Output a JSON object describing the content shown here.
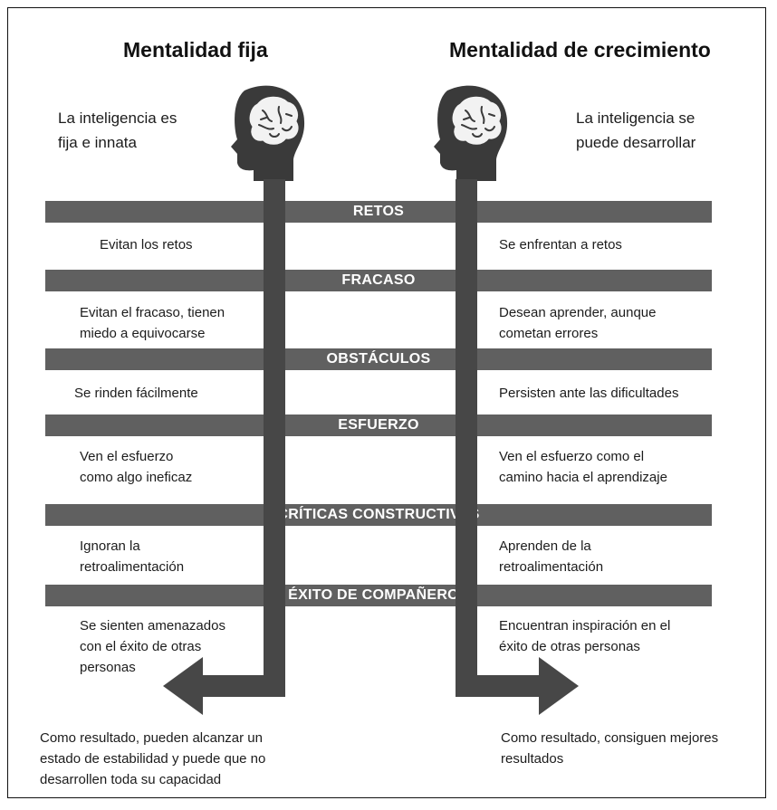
{
  "titles": {
    "fixed": "Mentalidad fija",
    "growth": "Mentalidad de crecimiento"
  },
  "intro": {
    "fixed_line1": "La inteligencia es",
    "fixed_line2": "fija e innata",
    "growth_line1": "La inteligencia se",
    "growth_line2": "puede desarrollar"
  },
  "icons": {
    "fixed_head": "head-with-brain-icon",
    "growth_head": "head-with-brain-icon",
    "fixed_arrow": "arrow-left-icon",
    "growth_arrow": "arrow-right-icon"
  },
  "colors": {
    "band": "#606060",
    "pillar": "#474747",
    "head": "#3a3a3a"
  },
  "categories": [
    {
      "label": "RETOS",
      "fixed": [
        "Evitan los retos"
      ],
      "growth": [
        "Se enfrentan a retos"
      ]
    },
    {
      "label": "FRACASO",
      "fixed": [
        "Evitan el fracaso, tienen",
        "miedo a equivocarse"
      ],
      "growth": [
        "Desean aprender, aunque",
        "cometan errores"
      ]
    },
    {
      "label": "OBSTÁCULOS",
      "fixed": [
        "Se rinden fácilmente"
      ],
      "growth": [
        "Persisten ante las dificultades"
      ]
    },
    {
      "label": "ESFUERZO",
      "fixed": [
        "Ven el esfuerzo",
        "como algo ineficaz"
      ],
      "growth": [
        "Ven el esfuerzo como el",
        "camino hacia el aprendizaje"
      ]
    },
    {
      "label": "CRÍTICAS CONSTRUCTIVAS",
      "fixed": [
        "Ignoran la",
        "retroalimentación"
      ],
      "growth": [
        "Aprenden de la",
        "retroalimentación"
      ]
    },
    {
      "label": "ÉXITO DE COMPAÑEROS",
      "fixed": [
        "Se sienten amenazados",
        "con el éxito de otras",
        "personas"
      ],
      "growth": [
        "Encuentran inspiración en el",
        "éxito de otras personas"
      ]
    }
  ],
  "results": {
    "fixed": [
      "Como resultado, pueden alcanzar un",
      "estado de estabilidad y puede que no",
      "desarrollen toda su capacidad"
    ],
    "growth": [
      "Como resultado, consiguen mejores",
      "resultados"
    ]
  }
}
